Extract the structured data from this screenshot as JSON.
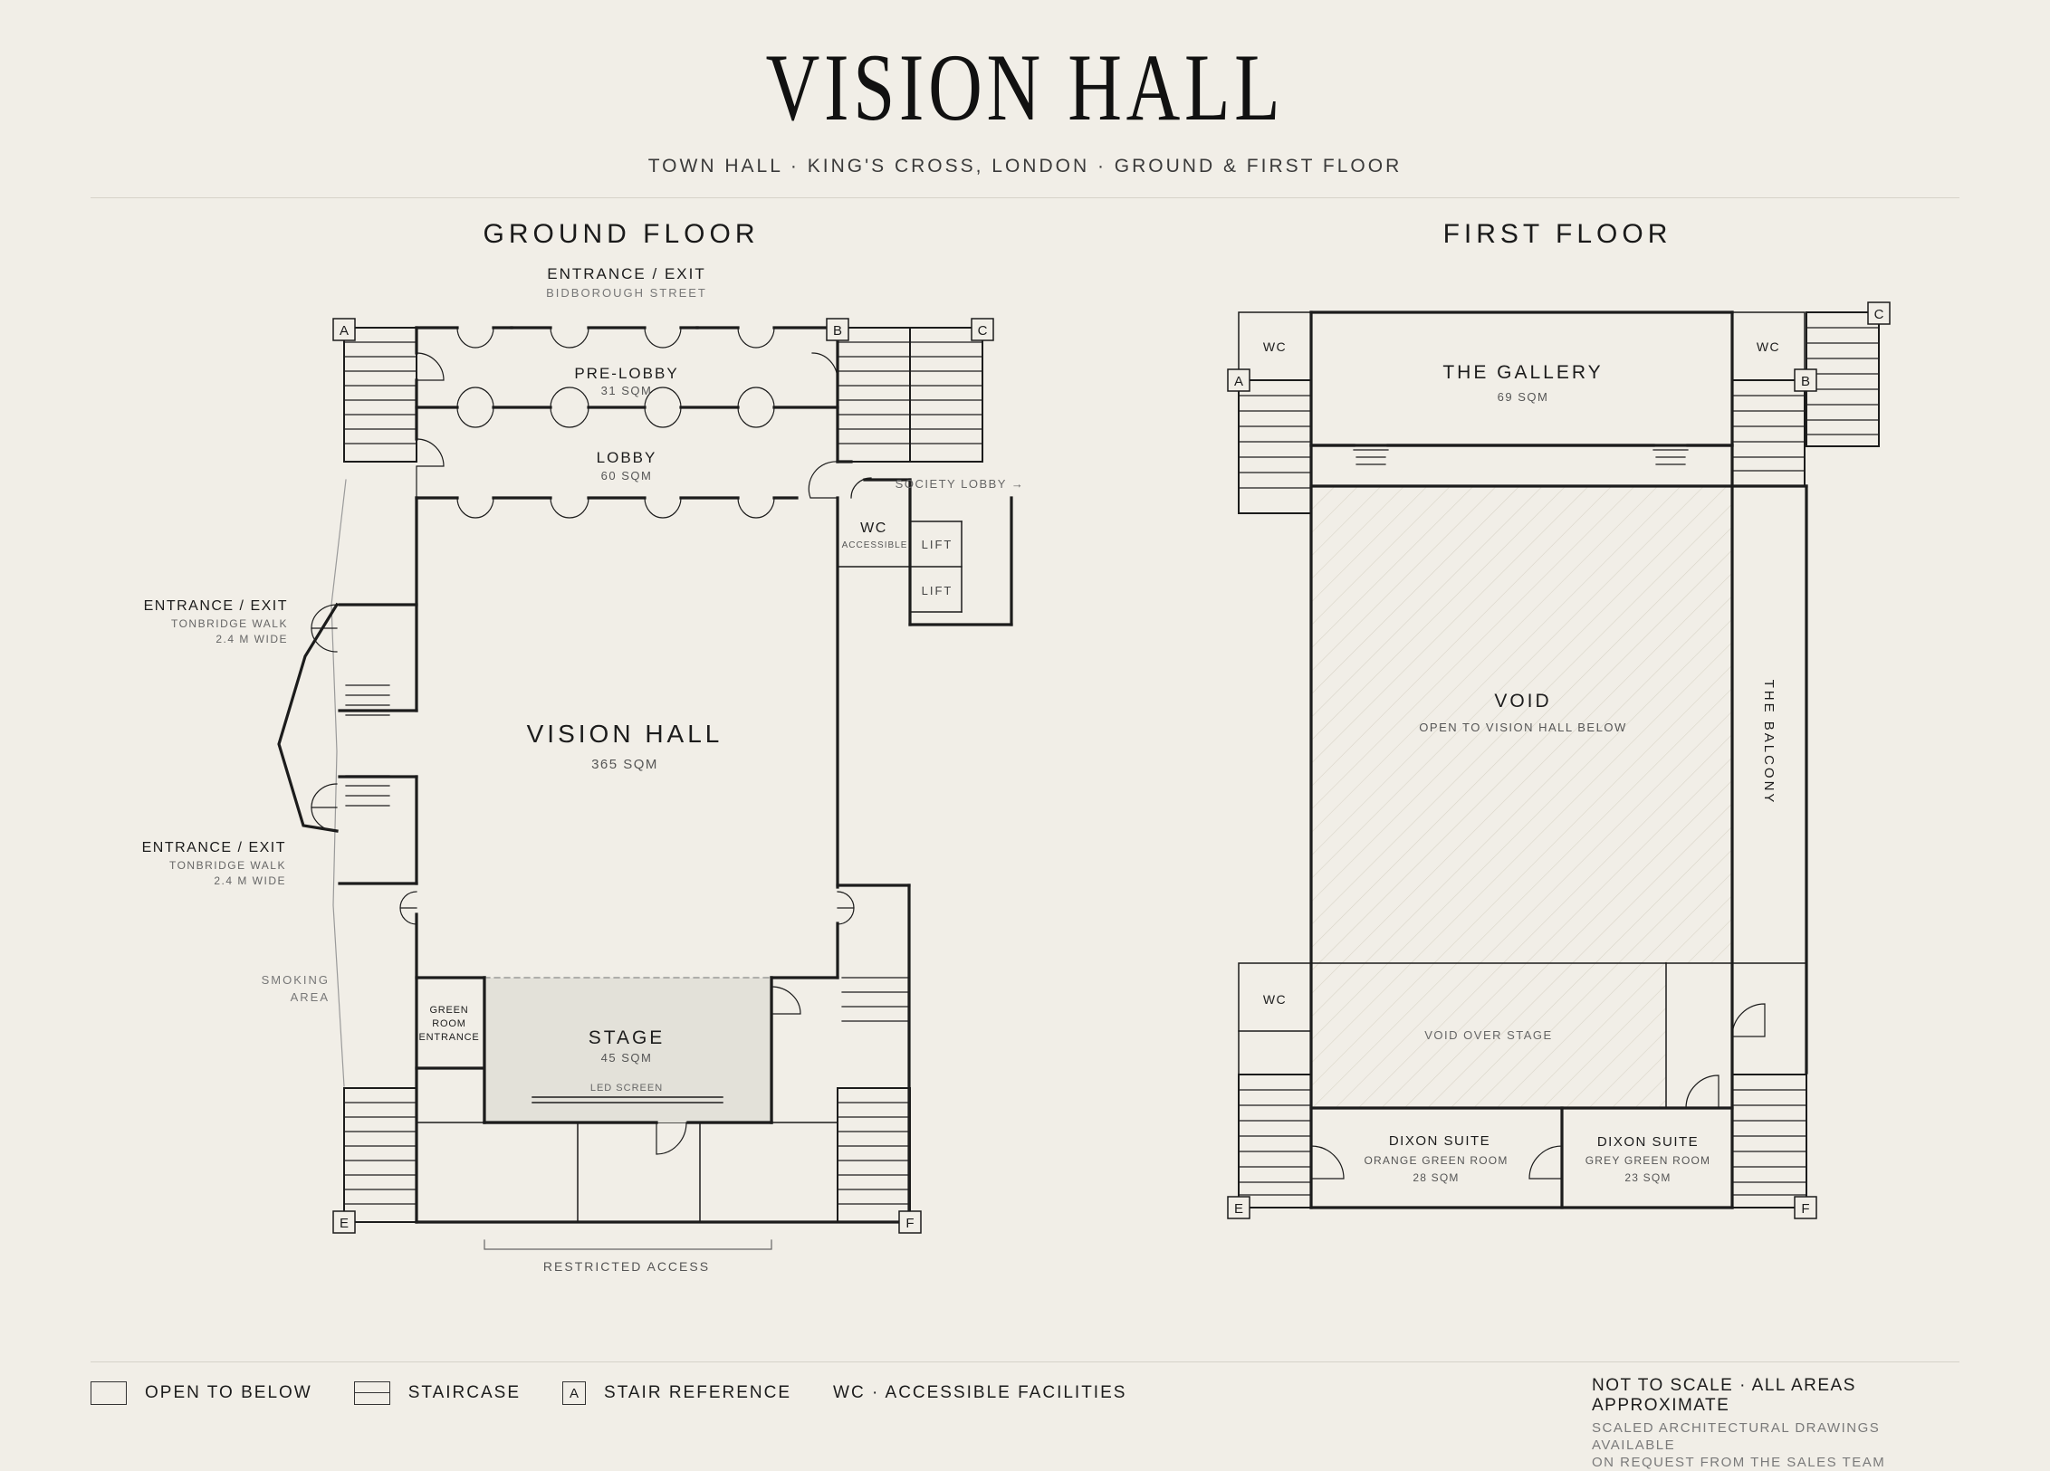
{
  "header": {
    "title": "VISION HALL",
    "subtitle": "TOWN HALL · KING'S CROSS, LONDON · GROUND & FIRST FLOOR"
  },
  "ground_floor": {
    "title": "GROUND FLOOR",
    "entrance_top": "ENTRANCE / EXIT",
    "entrance_top_street": "BIDBOROUGH STREET",
    "pre_lobby": "PRE-LOBBY",
    "pre_lobby_area": "31 SQM",
    "lobby": "LOBBY",
    "lobby_area": "60 SQM",
    "society_lobby": "SOCIETY LOBBY →",
    "wc": "WC",
    "wc_sub": "ACCESSIBLE",
    "lift_1": "LIFT",
    "lift_2": "LIFT",
    "entrance_left_1": "ENTRANCE / EXIT",
    "entrance_left_1_street": "TONBRIDGE WALK",
    "entrance_left_1_width": "2.4 M WIDE",
    "entrance_left_2": "ENTRANCE / EXIT",
    "entrance_left_2_street": "TONBRIDGE WALK",
    "entrance_left_2_width": "2.4 M WIDE",
    "main_hall": "VISION HALL",
    "main_hall_area": "365 SQM",
    "smoking_1": "SMOKING",
    "smoking_2": "AREA",
    "green_room_1": "GREEN",
    "green_room_2": "ROOM",
    "green_room_3": "ENTRANCE",
    "stage": "STAGE",
    "stage_area": "45 SQM",
    "led_screen": "LED SCREEN",
    "restricted": "RESTRICTED ACCESS",
    "stairs": [
      "A",
      "B",
      "C",
      "E",
      "F"
    ]
  },
  "first_floor": {
    "title": "FIRST FLOOR",
    "gallery": "THE GALLERY",
    "gallery_area": "69 SQM",
    "wc_left": "WC",
    "wc_right": "WC",
    "wc_lower": "WC",
    "void": "VOID",
    "void_sub": "OPEN TO VISION HALL BELOW",
    "balcony": "THE BALCONY",
    "void_stage": "VOID OVER STAGE",
    "dixon_1": "DIXON SUITE",
    "dixon_1_sub": "ORANGE GREEN ROOM",
    "dixon_1_area": "28 SQM",
    "dixon_2": "DIXON SUITE",
    "dixon_2_sub": "GREY GREEN ROOM",
    "dixon_2_area": "23 SQM",
    "stairs": [
      "A",
      "B",
      "C",
      "E",
      "F"
    ]
  },
  "legend": {
    "open_to_below": "OPEN TO BELOW",
    "staircase": "STAIRCASE",
    "stair_ref_letter": "A",
    "stair_reference": "STAIR REFERENCE",
    "wc_facilities": "WC · ACCESSIBLE FACILITIES"
  },
  "notes": {
    "line1": "NOT TO SCALE · ALL AREAS APPROXIMATE",
    "line2": "SCALED ARCHITECTURAL DRAWINGS AVAILABLE",
    "line3": "ON REQUEST FROM THE SALES TEAM"
  },
  "colors": {
    "background": "#f1eee7",
    "ink": "#1c1c1c",
    "stage_fill": "#e3e1d9",
    "void_hatch": "#d9d4c8"
  }
}
